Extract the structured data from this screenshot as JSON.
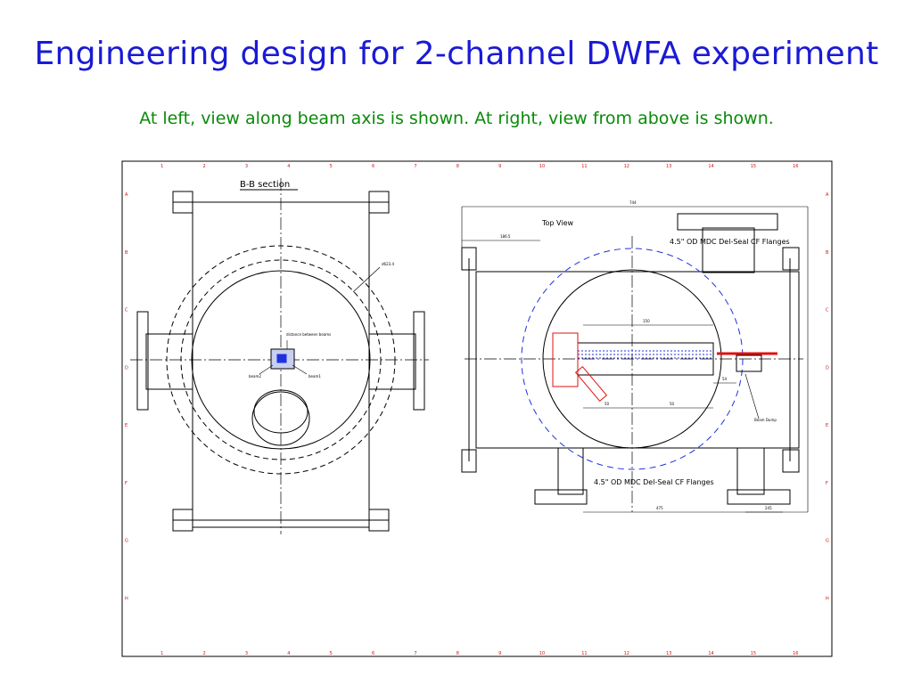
{
  "slide": {
    "title": "Engineering design for 2-channel DWFA experiment",
    "subtitle": "At left, view along beam axis is shown.  At right, view from above is shown."
  },
  "drawing": {
    "section_label": "B-B section",
    "top_view_label": "Top View",
    "flange_label_top": "4.5\" OD MDC Del-Seal CF Flanges",
    "flange_label_bottom": "4.5\" OD MDC Del-Seal CF Flanges",
    "column_numbers": [
      "1",
      "2",
      "3",
      "4",
      "5",
      "6",
      "7",
      "8",
      "9",
      "10",
      "11",
      "12",
      "13",
      "14",
      "15",
      "16"
    ],
    "row_letters": [
      "A",
      "B",
      "C",
      "D",
      "E",
      "F",
      "G",
      "H"
    ],
    "left_annotations": {
      "diameter": "d623.4",
      "distance_note": "distance between beams",
      "beam1": "beam1",
      "beam2": "beam2"
    },
    "right_annotations": {
      "overall_width": "744",
      "left_offset": "186.5",
      "bottom_dim": "475",
      "bottom_right_dim": "245",
      "inner_dim": "150",
      "dim_a": "50",
      "dim_b": "50",
      "dim_c": "54",
      "beam_dump": "Beam Dump"
    },
    "colors": {
      "line": "#000000",
      "beam_blue": "#2030e0",
      "beam_red": "#e01010",
      "border_marks": "#d01010"
    }
  }
}
